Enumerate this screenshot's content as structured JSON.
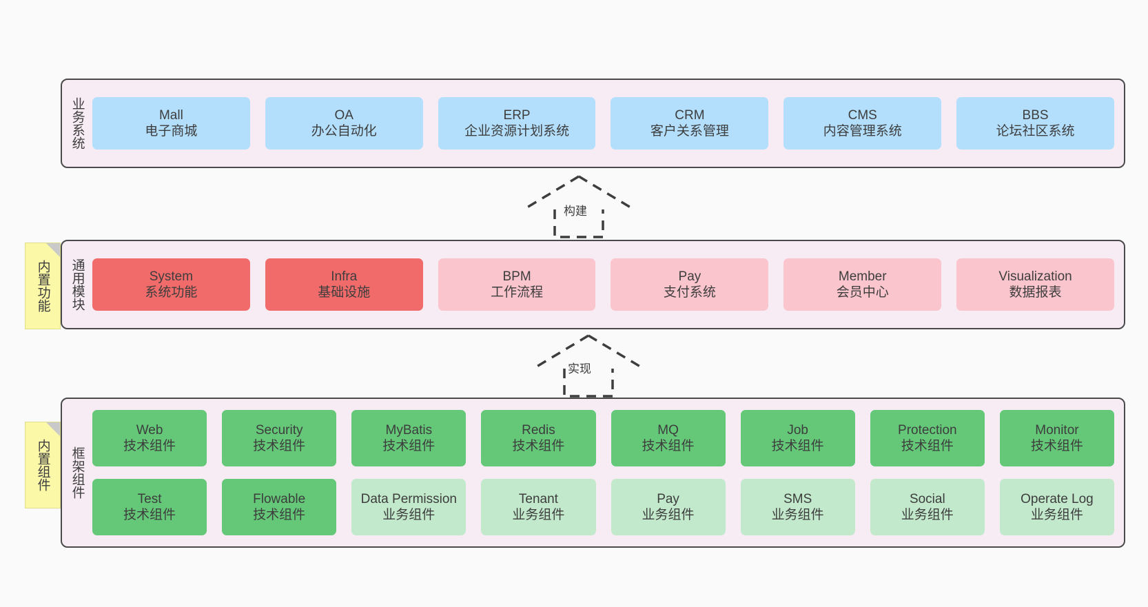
{
  "diagram": {
    "title": "",
    "colors": {
      "panel_bg": "#f7ebf4",
      "panel_border": "#4a4a4a",
      "blue": "#b3dffc",
      "red": "#f26b6b",
      "pink": "#fbc5cd",
      "green": "#64c878",
      "light_green": "#c2e9cb",
      "note_bg": "#fbf8a8",
      "note_fold": "#c9c9c9",
      "canvas_bg": "#fafafa"
    }
  },
  "layers": [
    {
      "id": "business",
      "label": "业务系统",
      "rows": [
        {
          "style": "blue",
          "boxes": [
            {
              "name": "Mall",
              "desc": "电子商城"
            },
            {
              "name": "OA",
              "desc": "办公自动化"
            },
            {
              "name": "ERP",
              "desc": "企业资源计划系统"
            },
            {
              "name": "CRM",
              "desc": "客户关系管理"
            },
            {
              "name": "CMS",
              "desc": "内容管理系统"
            },
            {
              "name": "BBS",
              "desc": "论坛社区系统"
            }
          ]
        }
      ]
    },
    {
      "id": "common",
      "label": "通用模块",
      "rows": [
        {
          "boxes": [
            {
              "name": "System",
              "desc": "系统功能",
              "style": "red"
            },
            {
              "name": "Infra",
              "desc": "基础设施",
              "style": "red"
            },
            {
              "name": "BPM",
              "desc": "工作流程",
              "style": "pink"
            },
            {
              "name": "Pay",
              "desc": "支付系统",
              "style": "pink"
            },
            {
              "name": "Member",
              "desc": "会员中心",
              "style": "pink"
            },
            {
              "name": "Visualization",
              "desc": "数据报表",
              "style": "pink"
            }
          ]
        }
      ]
    },
    {
      "id": "framework",
      "label": "框架组件",
      "rows": [
        {
          "boxes": [
            {
              "name": "Web",
              "desc": "技术组件",
              "style": "green"
            },
            {
              "name": "Security",
              "desc": "技术组件",
              "style": "green"
            },
            {
              "name": "MyBatis",
              "desc": "技术组件",
              "style": "green"
            },
            {
              "name": "Redis",
              "desc": "技术组件",
              "style": "green"
            },
            {
              "name": "MQ",
              "desc": "技术组件",
              "style": "green"
            },
            {
              "name": "Job",
              "desc": "技术组件",
              "style": "green"
            },
            {
              "name": "Protection",
              "desc": "技术组件",
              "style": "green"
            },
            {
              "name": "Monitor",
              "desc": "技术组件",
              "style": "green"
            }
          ]
        },
        {
          "boxes": [
            {
              "name": "Test",
              "desc": "技术组件",
              "style": "green"
            },
            {
              "name": "Flowable",
              "desc": "技术组件",
              "style": "green"
            },
            {
              "name": "Data Permission",
              "desc": "业务组件",
              "style": "lgreen"
            },
            {
              "name": "Tenant",
              "desc": "业务组件",
              "style": "lgreen"
            },
            {
              "name": "Pay",
              "desc": "业务组件",
              "style": "lgreen"
            },
            {
              "name": "SMS",
              "desc": "业务组件",
              "style": "lgreen"
            },
            {
              "name": "Social",
              "desc": "业务组件",
              "style": "lgreen"
            },
            {
              "name": "Operate Log",
              "desc": "业务组件",
              "style": "lgreen"
            }
          ]
        }
      ]
    }
  ],
  "notes": [
    {
      "id": "builtin-function",
      "label": "内置功能"
    },
    {
      "id": "builtin-component",
      "label": "内置组件"
    }
  ],
  "connectors": [
    {
      "id": "build",
      "label": "构建",
      "from": "common",
      "to": "business",
      "style": "dashed-generalization"
    },
    {
      "id": "impl",
      "label": "实现",
      "from": "framework",
      "to": "common",
      "style": "dashed-generalization"
    }
  ]
}
